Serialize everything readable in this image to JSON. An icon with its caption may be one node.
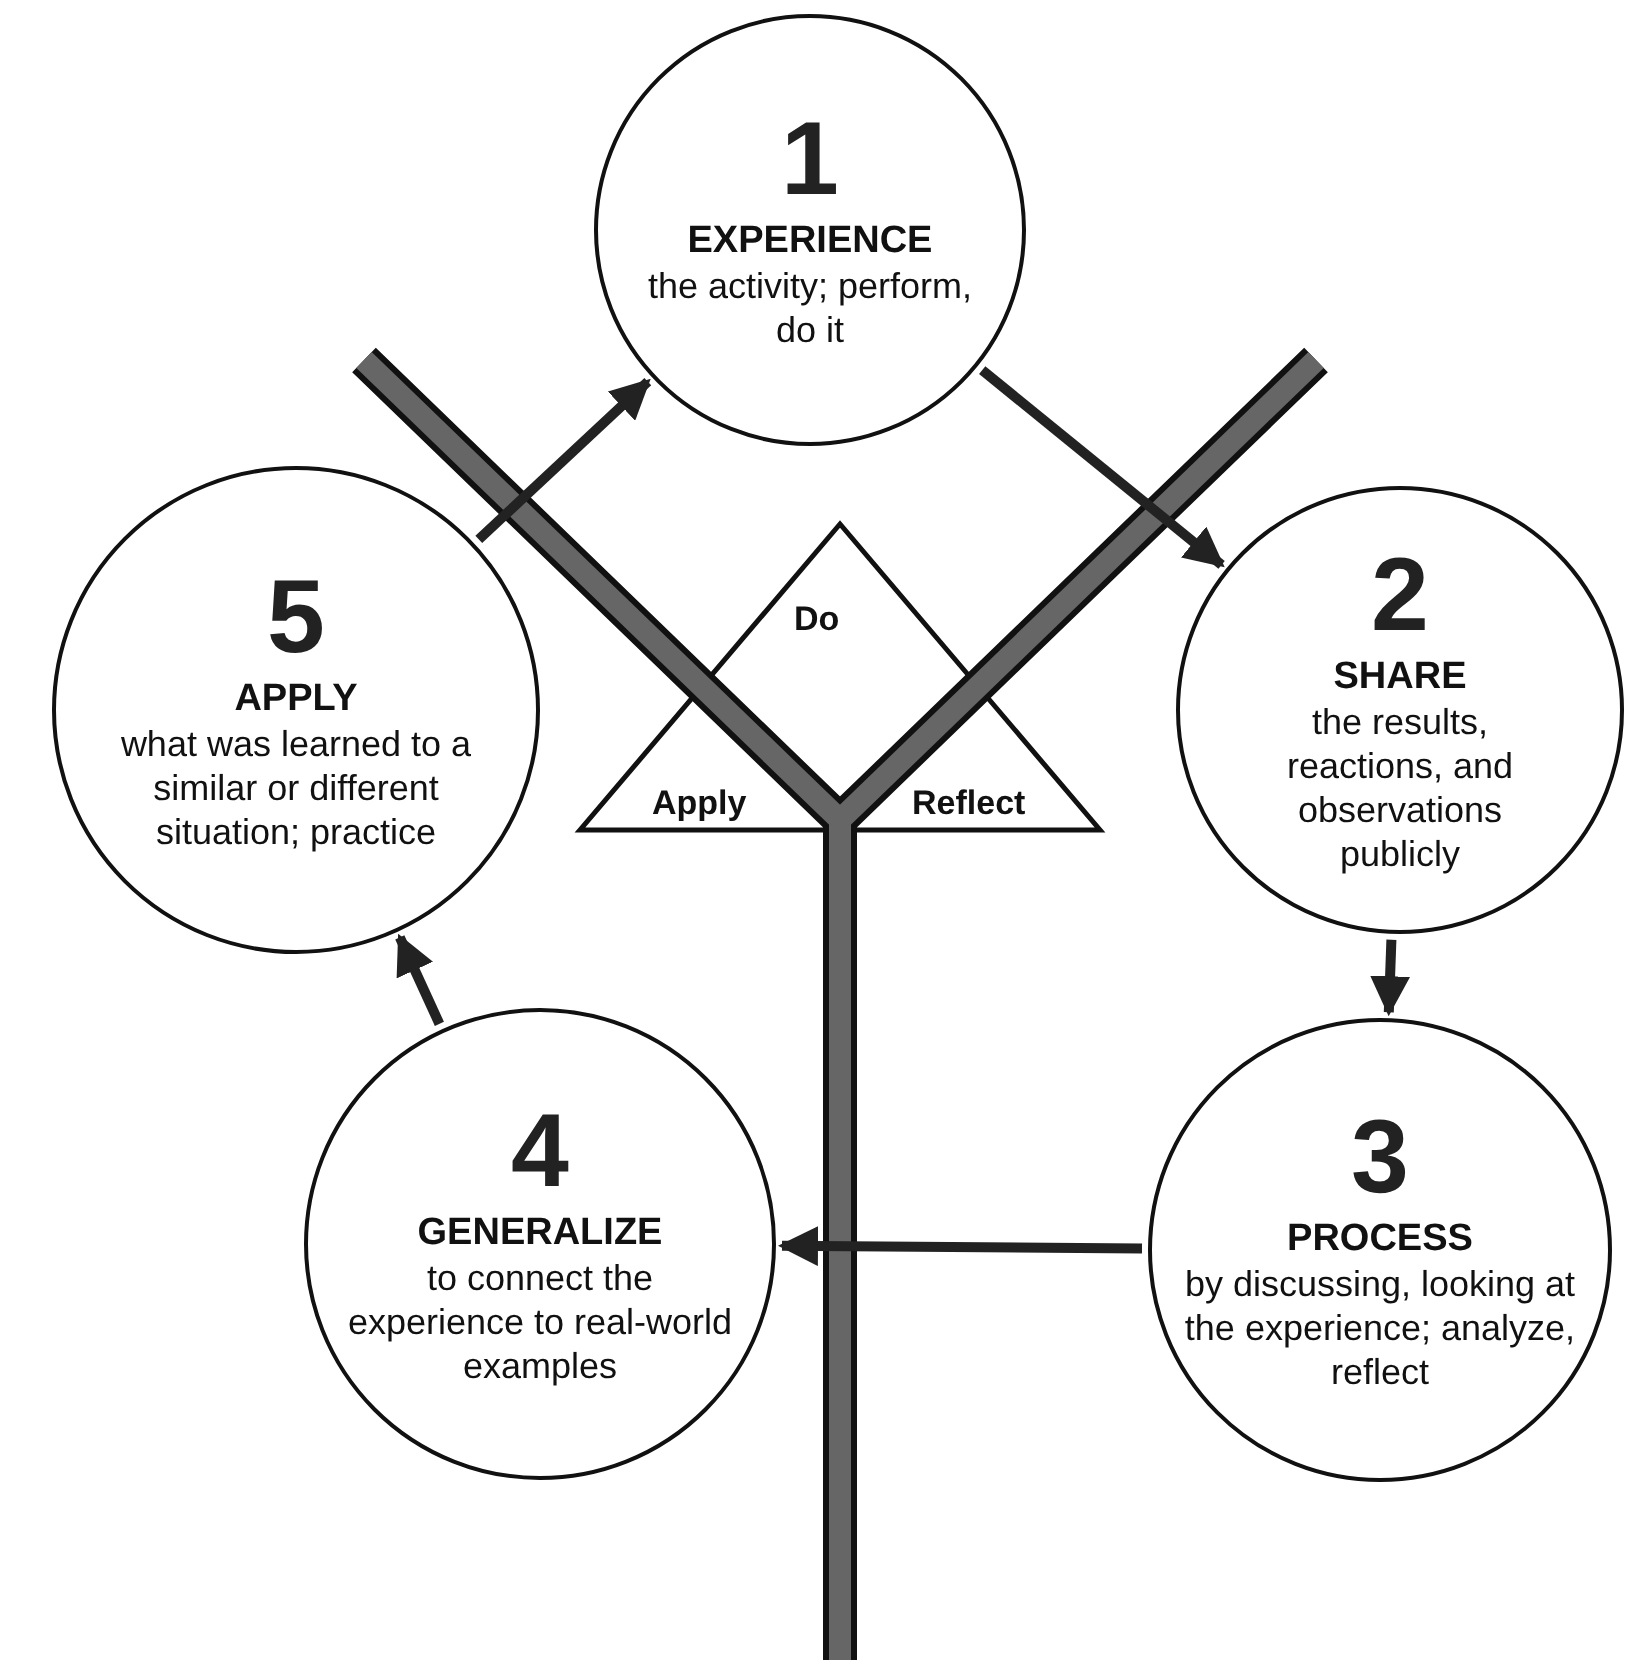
{
  "diagram": {
    "nodes": [
      {
        "text": [
          "1",
          "EXPERIENCE",
          "the activity; perform, do it"
        ]
      },
      {
        "text": [
          "2",
          "SHARE",
          "the results, reactions, and observations publicly"
        ]
      },
      {
        "text": [
          "3",
          "PROCESS",
          "by discussing, looking at the experience; analyze, reflect"
        ]
      },
      {
        "text": [
          "4",
          "GENERALIZE",
          "to connect the experience to real-world examples"
        ]
      },
      {
        "text": [
          "5",
          "APPLY",
          "what was learned to a similar or different situation; practice"
        ]
      },
      {
        "text": [
          "Do",
          "Apply",
          "Reflect"
        ]
      }
    ],
    "edges": [
      {
        "from": 4,
        "to": 0,
        "arrow": "to"
      },
      {
        "from": 0,
        "to": 1,
        "arrow": "to"
      },
      {
        "from": 1,
        "to": 2,
        "arrow": "to"
      },
      {
        "from": 2,
        "to": 3,
        "arrow": "to"
      },
      {
        "from": 3,
        "to": 4,
        "arrow": "to"
      }
    ]
  }
}
